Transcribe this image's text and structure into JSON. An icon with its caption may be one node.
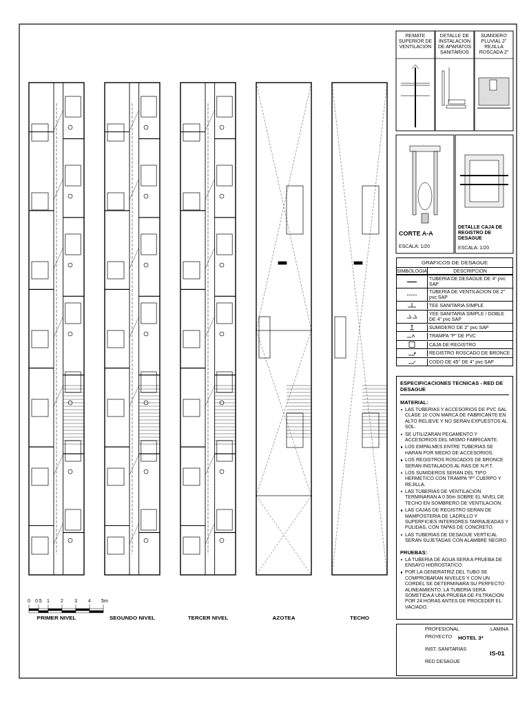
{
  "diagram": {
    "labels": [
      "REMATE SUPERIOR DE VENTILACION",
      "DETALLE DE INSTALACION DE APARATOS SANITARIOS",
      "SUMIDERO PLUVIAL 2\" REJILLA ROSCADA 2\"",
      "CORTE A-A",
      "ESCALA: 1/20",
      "DETALLE CAJA DE REGISTRO DE DESAGUE",
      "ESCALA: 1/20",
      "GRAFICOS DE DESAGUE",
      "SIMBOLOGIA",
      "DESCRIPCION",
      "ESPECIFICACIONES TECNICAS - RED DE DESAGUE",
      "MATERIAL:",
      "LAS TUBERIAS Y ACCESORIOS DE PVC SAL CLASE 10 CON MARCA DE FABRICANTE EN ALTO RELIEVE Y NO SERAN EXPUESTOS AL SOL.",
      "SE UTILIZARAN PEGAMENTO Y ACCESORIOS DEL MISMO FABRICANTE.",
      "LOS EMPALMES ENTRE TUBERIAS SE HARAN POR MEDIO DE ACCESORIOS.",
      "LOS REGISTROS ROSCADOS DE BRONCE SERAN INSTALADOS AL RAS DE N.P.T.",
      "LOS SUMIDEROS SERAN DEL TIPO HERMETICO CON TRAMPA \"P\" CUERPO Y REJILLA.",
      "LAS TUBERIAS DE VENTILACION TERMINARAN A 0.50m SOBRE EL NIVEL DE TECHO EN SOMBRERO DE VENTILACION.",
      "LAS CAJAS DE REGISTRO SERAN DE MAMPOSTERIA DE LADRILLO Y SUPERFICIES INTERIORES TARRAJEADAS Y PULIDAS, CON TAPAS DE CONCRETO.",
      "LAS TUBERIAS DE DESAGUE VERTICAL SERAN SUJETADAS CON ALAMBRE NEGRO.",
      "PRUEBAS:",
      "LA TUBERIA DE AGUA SERA A PRUEBA DE ENSAYO HIDROSTATICO.",
      "POR LA GENERATRIZ DEL TUBO SE COMPROBARAN NIVELES Y CON UN CORDEL SE DETERMINARA SU PERFECTO ALINEAMIENTO. LA TUBERIA SERA SOMETIDA A UNA PRUEBA DE FILTRACION POR 24 HORAS ANTES DE PROCEDER EL VACIADO.",
      "PRIMER NIVEL",
      "SEGUNDO NIVEL",
      "TERCER NIVEL",
      "AZOTEA",
      "TECHO",
      "0",
      "0.5",
      "1",
      "2",
      "3",
      "4",
      "5m",
      "PROFESIONAL",
      "PROYECTO",
      "HOTEL 3*",
      "INST. SANITARIAS",
      "RED DESAGUE",
      "LAMINA",
      "IS-01"
    ],
    "legend": [
      {
        "text": "TUBERIA DE DESAGUE DE 4\" pvc SAP"
      },
      {
        "text": "TUBERIA DE VENTILACION DE 2\" pvc SAP"
      },
      {
        "text": "TEE SANITARIA SIMPLE"
      },
      {
        "text": "YEE SANITARIA SIMPLE / DOBLE DE 4\" pvc SAP"
      },
      {
        "text": "SUMIDERO DE 2\" pvc SAP"
      },
      {
        "text": "TRAMPA \"P\" DE PVC"
      },
      {
        "text": "CAJA DE REGISTRO"
      },
      {
        "text": "REGISTRO ROSCADO DE BRONCE"
      },
      {
        "text": "CODO DE 45° DE 4\" pvc SAP"
      }
    ]
  }
}
